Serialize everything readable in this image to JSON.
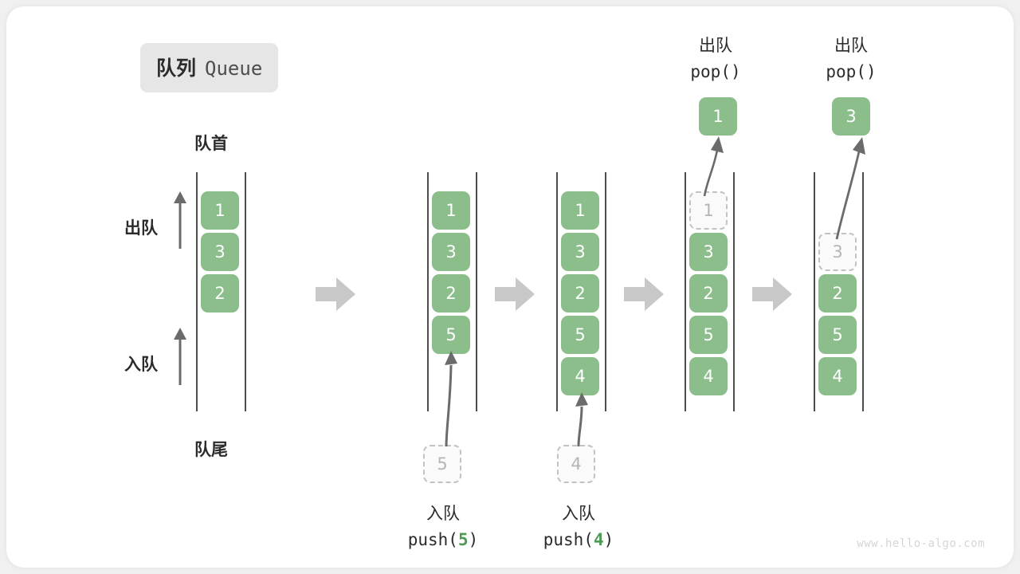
{
  "title": {
    "cn": "队列",
    "en": "Queue"
  },
  "labels": {
    "front": "队首",
    "rear": "队尾",
    "dequeue": "出队",
    "enqueue": "入队"
  },
  "ops": {
    "push_word": "入队",
    "pop_word": "出队",
    "push5": {
      "fn_open": "push(",
      "value": "5",
      "fn_close": ")"
    },
    "push4": {
      "fn_open": "push(",
      "value": "4",
      "fn_close": ")"
    },
    "pop1": {
      "text": "pop()"
    },
    "pop2": {
      "text": "pop()"
    }
  },
  "colors": {
    "cell_green": "#8cbe8c",
    "ghost_border": "#c2c2c2",
    "rail": "#4d4d4d",
    "arrow_gray": "#6b6b6b",
    "step_arrow": "#c8c8c8",
    "accent_number": "#4e9a53",
    "badge_bg": "#e6e6e6"
  },
  "stages": [
    {
      "name": "initial-queue",
      "cells": [
        {
          "value": "1",
          "state": "solid"
        },
        {
          "value": "3",
          "state": "solid"
        },
        {
          "value": "2",
          "state": "solid"
        }
      ]
    },
    {
      "name": "after-push-5",
      "cells": [
        {
          "value": "1",
          "state": "solid"
        },
        {
          "value": "3",
          "state": "solid"
        },
        {
          "value": "2",
          "state": "solid"
        },
        {
          "value": "5",
          "state": "solid"
        }
      ],
      "incoming": {
        "value": "5",
        "state": "ghost"
      }
    },
    {
      "name": "after-push-4",
      "cells": [
        {
          "value": "1",
          "state": "solid"
        },
        {
          "value": "3",
          "state": "solid"
        },
        {
          "value": "2",
          "state": "solid"
        },
        {
          "value": "5",
          "state": "solid"
        },
        {
          "value": "4",
          "state": "solid"
        }
      ],
      "incoming": {
        "value": "4",
        "state": "ghost"
      }
    },
    {
      "name": "after-pop-1",
      "cells": [
        {
          "value": "1",
          "state": "ghost"
        },
        {
          "value": "3",
          "state": "solid"
        },
        {
          "value": "2",
          "state": "solid"
        },
        {
          "value": "5",
          "state": "solid"
        },
        {
          "value": "4",
          "state": "solid"
        }
      ],
      "outgoing": {
        "value": "1",
        "state": "solid"
      }
    },
    {
      "name": "after-pop-3",
      "cells": [
        {
          "value": "3",
          "state": "ghost"
        },
        {
          "value": "2",
          "state": "solid"
        },
        {
          "value": "5",
          "state": "solid"
        },
        {
          "value": "4",
          "state": "solid"
        }
      ],
      "outgoing": {
        "value": "3",
        "state": "solid"
      }
    }
  ],
  "watermark": "www.hello-algo.com"
}
